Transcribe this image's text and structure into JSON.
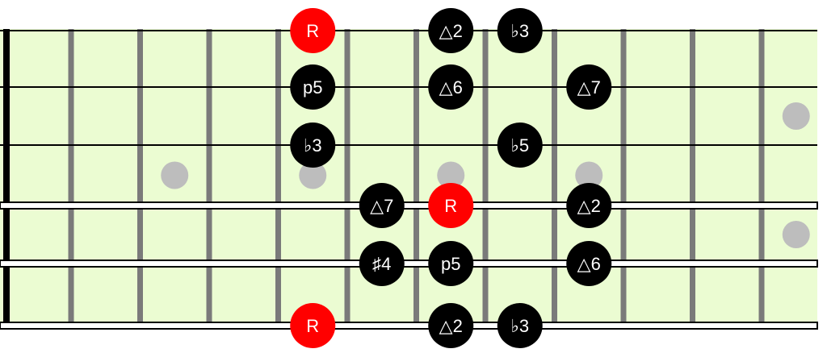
{
  "fretboard": {
    "colors": {
      "board": "#ebfcd2",
      "fret": "#7a7a7a",
      "nut": "#000000",
      "string": "#000000",
      "wound_string_fill": "#ffffff",
      "inlay": "#bdbdbd",
      "root": "#ff0000",
      "note": "#000000",
      "note_text": "#ffffff"
    },
    "frets_shown": 12,
    "strings": [
      {
        "number": 1,
        "wound": false
      },
      {
        "number": 2,
        "wound": false
      },
      {
        "number": 3,
        "wound": false
      },
      {
        "number": 4,
        "wound": true
      },
      {
        "number": 5,
        "wound": true
      },
      {
        "number": 6,
        "wound": true
      }
    ],
    "inlays": [
      {
        "fret": 3,
        "strings_between": [
          3,
          4
        ]
      },
      {
        "fret": 5,
        "strings_between": [
          3,
          4
        ]
      },
      {
        "fret": 7,
        "strings_between": [
          3,
          4
        ]
      },
      {
        "fret": 9,
        "strings_between": [
          3,
          4
        ]
      },
      {
        "fret": 12,
        "strings_between": [
          2,
          3
        ]
      },
      {
        "fret": 12,
        "strings_between": [
          4,
          5
        ]
      }
    ],
    "notes": [
      {
        "string": 1,
        "fret": 5,
        "label": "R",
        "root": true
      },
      {
        "string": 1,
        "fret": 7,
        "label": "△2",
        "root": false
      },
      {
        "string": 1,
        "fret": 8,
        "label": "♭3",
        "root": false
      },
      {
        "string": 2,
        "fret": 5,
        "label": "p5",
        "root": false
      },
      {
        "string": 2,
        "fret": 7,
        "label": "△6",
        "root": false
      },
      {
        "string": 2,
        "fret": 9,
        "label": "△7",
        "root": false
      },
      {
        "string": 3,
        "fret": 5,
        "label": "♭3",
        "root": false
      },
      {
        "string": 3,
        "fret": 8,
        "label": "♭5",
        "root": false
      },
      {
        "string": 4,
        "fret": 6,
        "label": "△7",
        "root": false
      },
      {
        "string": 4,
        "fret": 7,
        "label": "R",
        "root": true
      },
      {
        "string": 4,
        "fret": 9,
        "label": "△2",
        "root": false
      },
      {
        "string": 5,
        "fret": 6,
        "label": "♯4",
        "root": false
      },
      {
        "string": 5,
        "fret": 7,
        "label": "p5",
        "root": false
      },
      {
        "string": 5,
        "fret": 9,
        "label": "△6",
        "root": false
      },
      {
        "string": 6,
        "fret": 5,
        "label": "R",
        "root": true
      },
      {
        "string": 6,
        "fret": 7,
        "label": "△2",
        "root": false
      },
      {
        "string": 6,
        "fret": 8,
        "label": "♭3",
        "root": false
      }
    ]
  }
}
